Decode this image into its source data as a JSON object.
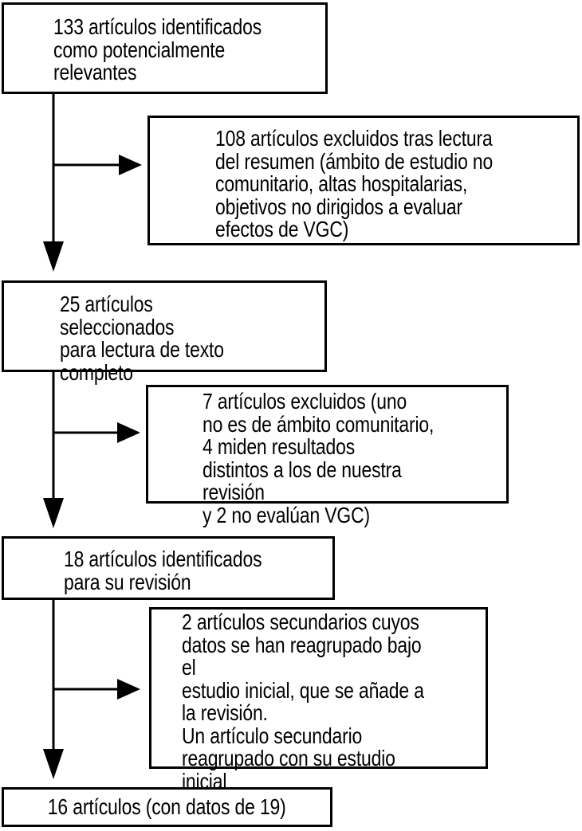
{
  "figure": {
    "type": "flowchart",
    "language": "es",
    "colors": {
      "ink": "#000000",
      "background": "#ffffff"
    },
    "boxes": [
      {
        "name": "articulos-identificados",
        "role": "main",
        "text": "133 artículos identificados\ncomo potencialmente\nrelevantes"
      },
      {
        "name": "excluidos-tras-resumen",
        "role": "side",
        "text": "108 artículos excluidos tras lectura\ndel resumen (ámbito de estudio no\ncomunitario, altas hospitalarias,\nobjetivos no dirigidos a evaluar\nefectos de VGC)"
      },
      {
        "name": "seleccionados-texto-completo",
        "role": "main",
        "text": "25 artículos seleccionados\npara lectura de texto\ncompleto"
      },
      {
        "name": "excluidos-texto-completo",
        "role": "side",
        "text": "7 artículos excluidos (uno\nno es de ámbito comunitario,\n4 miden resultados\ndistintos a los de nuestra revisión\ny 2 no evalúan VGC)"
      },
      {
        "name": "identificados-revision",
        "role": "main",
        "text": "18 artículos identificados\npara su revisión"
      },
      {
        "name": "secundarios-reagrupados",
        "role": "side",
        "text": "2 artículos secundarios cuyos\ndatos se han reagrupado bajo el\nestudio inicial, que se añade a\nla revisión.\nUn artículo secundario\nreagrupado con su estudio\ninicial"
      },
      {
        "name": "articulos-finales",
        "role": "main",
        "text": "16 artículos (con datos de 19)"
      }
    ],
    "flow": [
      {
        "from": "articulos-identificados",
        "to": "seleccionados-texto-completo",
        "branch": "excluidos-tras-resumen"
      },
      {
        "from": "seleccionados-texto-completo",
        "to": "identificados-revision",
        "branch": "excluidos-texto-completo"
      },
      {
        "from": "identificados-revision",
        "to": "articulos-finales",
        "branch": "secundarios-reagrupados"
      }
    ]
  }
}
